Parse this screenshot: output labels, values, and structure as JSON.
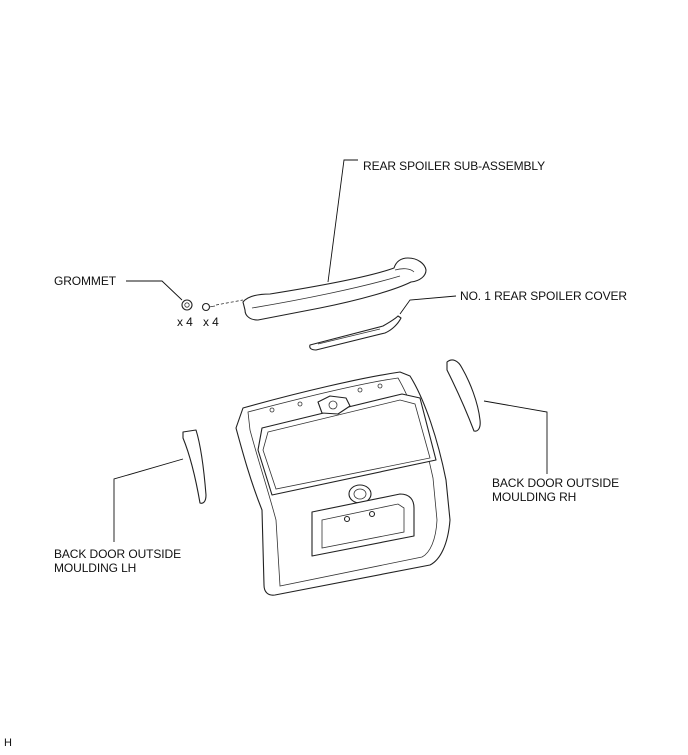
{
  "labels": {
    "rear_spoiler": "REAR SPOILER SUB-ASSEMBLY",
    "spoiler_cover": "NO. 1 REAR SPOILER COVER",
    "grommet": "GROMMET",
    "grommet_qty": "x 4",
    "screw_qty": "x 4",
    "moulding_rh": "BACK DOOR OUTSIDE\nMOULDING RH",
    "moulding_lh": "BACK DOOR OUTSIDE\nMOULDING LH",
    "illustration_code": "H"
  }
}
